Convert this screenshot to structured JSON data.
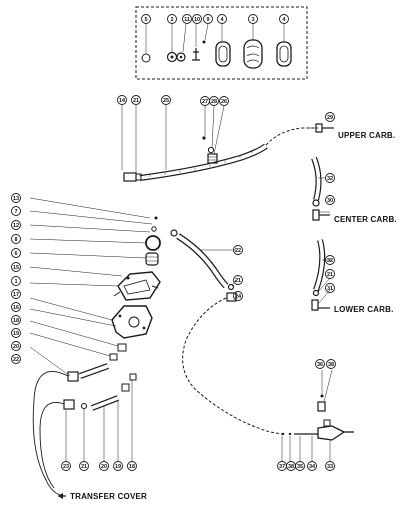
{
  "labels": {
    "upper_carb": "UPPER CARB.",
    "center_carb": "CENTER CARB.",
    "lower_carb": "LOWER CARB.",
    "transfer_cover": "TRANSFER COVER"
  },
  "callouts": {
    "c5": "5",
    "c2": "2",
    "c11": "11",
    "c10": "10",
    "c9": "9",
    "c4a": "4",
    "c3": "3",
    "c4b": "4",
    "c14": "14",
    "c21a": "21",
    "c25": "25",
    "c27": "27",
    "c28": "28",
    "c26": "26",
    "c29": "29",
    "c32a": "32",
    "c30": "30",
    "c22a": "22",
    "c32b": "32",
    "c21b": "21",
    "c31": "31",
    "c21c": "21",
    "c24": "24",
    "c13": "13",
    "c7": "7",
    "c12": "12",
    "c8": "8",
    "c6": "6",
    "c15": "15",
    "c1": "1",
    "c17": "17",
    "c16": "16",
    "c18": "18",
    "c19": "19",
    "c20a": "20",
    "c22b": "22",
    "c36": "36",
    "c38b": "38",
    "c23": "23",
    "c21d": "21",
    "c20b": "20",
    "c19b": "19",
    "c18b": "18",
    "c37": "37",
    "c38c": "38",
    "c35": "35",
    "c34": "34",
    "c33": "33"
  },
  "colors": {
    "ink": "#1a1a1a",
    "paper": "#ffffff"
  }
}
